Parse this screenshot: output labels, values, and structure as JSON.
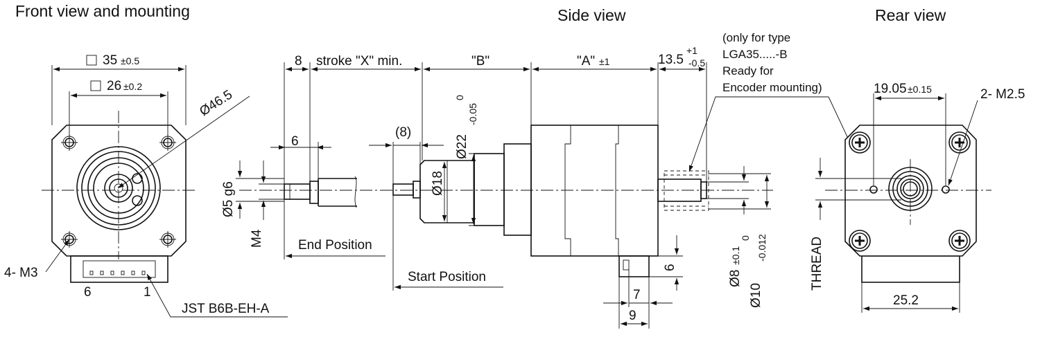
{
  "views": {
    "front": {
      "title": "Front view and mounting",
      "dim_square_outer": "35",
      "dim_square_outer_tol": "±0.5",
      "dim_square_inner": "26",
      "dim_square_inner_tol": "±0.2",
      "dim_flange_dia": "Ø46.5",
      "holes_label": "4- M3",
      "pin_6": "6",
      "pin_1": "1",
      "connector": "JST B6B-EH-A"
    },
    "side": {
      "title": "Side view",
      "dim_8": "8",
      "stroke_label": "stroke \"X\" min.",
      "dim_b": "\"B\"",
      "dim_a": "\"A\"",
      "dim_a_tol": "±1",
      "dim_13_5": "13.5",
      "dim_13_5_tol_upper": "+1",
      "dim_13_5_tol_lower": "-0.5",
      "dim_6_top": "6",
      "dim_8_paren": "(8)",
      "dim_22": "Ø22",
      "dim_22_tol_upper": "0",
      "dim_22_tol_lower": "-0.05",
      "dim_18": "Ø18",
      "dim_5g6": "Ø5 g6",
      "dim_m4": "M4",
      "end_position": "End Position",
      "start_position": "Start Position",
      "dim_6_right": "6",
      "dim_7": "7",
      "dim_9": "9",
      "dim_8_shaft": "Ø8",
      "dim_8_shaft_tol": "±0.1",
      "dim_10": "Ø10",
      "dim_10_tol_upper": "0",
      "dim_10_tol_lower": "-0.012",
      "encoder_note_1": "(only for type",
      "encoder_note_2": "LGA35.....-B",
      "encoder_note_3": "Ready for",
      "encoder_note_4": "Encoder mounting)"
    },
    "rear": {
      "title": "Rear view",
      "dim_19_05": "19.05",
      "dim_19_05_tol": "±0.15",
      "holes_label": "2- M2.5",
      "thread": "THREAD",
      "dim_25_2": "25.2"
    }
  }
}
